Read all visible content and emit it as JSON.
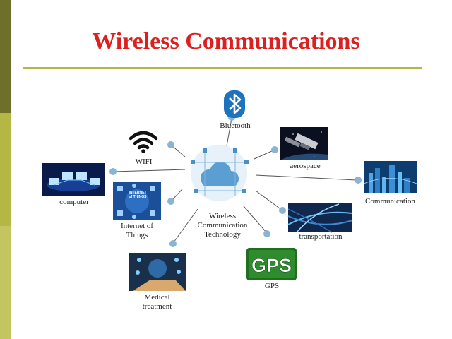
{
  "slide": {
    "title": "Wireless Communications"
  },
  "diagram": {
    "center_label": "Wireless\nCommunication\nTechnology",
    "nodes": {
      "bluetooth": "Bluetooth",
      "wifi": "WIFI",
      "aerospace": "aerospace",
      "computer": "computer",
      "communication": "Communication",
      "iot": "Internet of\nThings",
      "iot_image_text": "INTERNET\nof THINGS",
      "transportation": "transportation",
      "medical": "Medical\ntreatment",
      "gps": "GPS",
      "gps_logo": "GPS"
    }
  },
  "colors": {
    "title": "#dd1f1f",
    "rule": "#b4b743",
    "bar_dark": "#6f6f2c",
    "bar_mid": "#b4b743",
    "bar_light": "#c2c560",
    "connector": "#8ab4d4",
    "bluetooth": "#1e73be",
    "gps_green": "#2e8b2e"
  }
}
